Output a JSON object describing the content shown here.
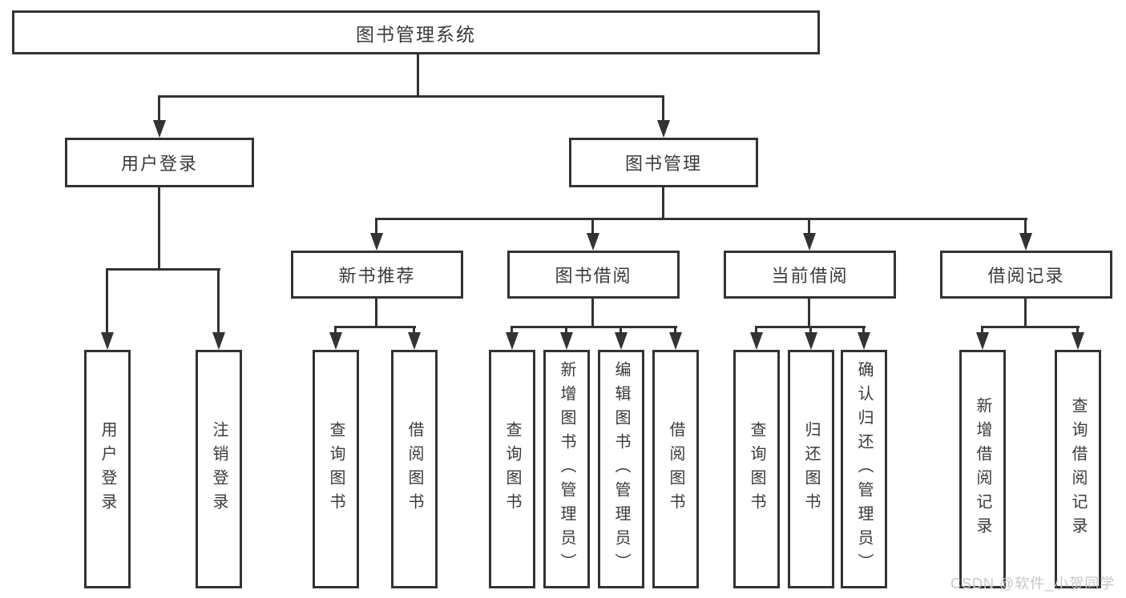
{
  "tree": {
    "root": {
      "label": "图书管理系统"
    },
    "branches": [
      {
        "label": "用户登录",
        "children": [
          {
            "label": "用户登录"
          },
          {
            "label": "注销登录"
          }
        ]
      },
      {
        "label": "图书管理",
        "children": [
          {
            "label": "新书推荐",
            "children": [
              {
                "label": "查询图书"
              },
              {
                "label": "借阅图书"
              }
            ]
          },
          {
            "label": "图书借阅",
            "children": [
              {
                "label": "查询图书"
              },
              {
                "label": "新增图书（管理员）"
              },
              {
                "label": "编辑图书（管理员）"
              },
              {
                "label": "借阅图书"
              }
            ]
          },
          {
            "label": "当前借阅",
            "children": [
              {
                "label": "查询图书"
              },
              {
                "label": "归还图书"
              },
              {
                "label": "确认归还（管理员）"
              }
            ]
          },
          {
            "label": "借阅记录",
            "children": [
              {
                "label": "新增借阅记录"
              },
              {
                "label": "查询借阅记录"
              }
            ]
          }
        ]
      }
    ]
  },
  "watermark": {
    "text": "CSDN @软件_小贺同学"
  },
  "colors": {
    "line": "#333333",
    "border": "#333333",
    "text": "#3a3a3a",
    "watermark": "#c8c8c8",
    "background": "#ffffff"
  }
}
